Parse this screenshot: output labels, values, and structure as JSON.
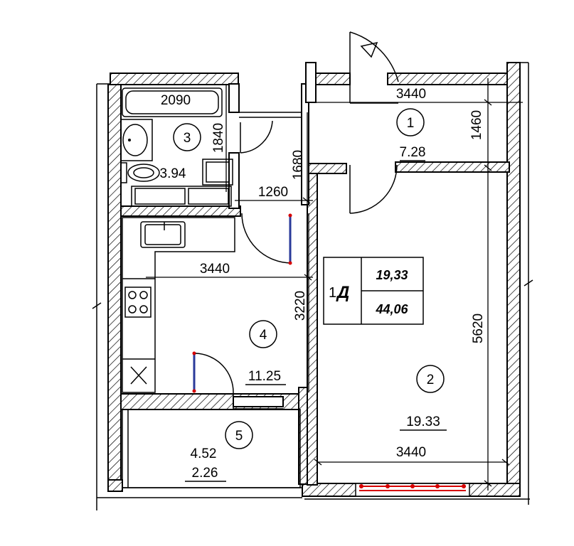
{
  "rooms": [
    {
      "number": "1",
      "area": "7.28"
    },
    {
      "number": "2",
      "area": "19.33"
    },
    {
      "number": "3",
      "area": "3.94"
    },
    {
      "number": "4",
      "area": "11.25"
    },
    {
      "number": "5",
      "area_full": "4.52",
      "area": "2.26"
    }
  ],
  "dimensions": {
    "hall_width": "3440",
    "hall_depth": "1460",
    "bath_length": "2090",
    "bath_depth": "1840",
    "corridor_depth": "1680",
    "corridor_width": "1260",
    "kitchen_width": "3440",
    "kitchen_depth": "3220",
    "living_depth": "5620",
    "living_width": "3440"
  },
  "apartment": {
    "type_rooms": "1",
    "type_letter": "Д",
    "living_area": "19,33",
    "total_area": "44,06"
  }
}
